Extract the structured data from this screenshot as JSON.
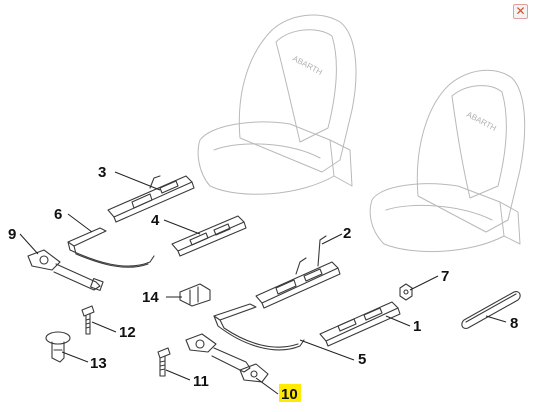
{
  "close_glyph": "✕",
  "seat_emblem": "ABARTH",
  "callouts": [
    {
      "id": "1",
      "label": "1"
    },
    {
      "id": "2",
      "label": "2"
    },
    {
      "id": "3",
      "label": "3"
    },
    {
      "id": "4",
      "label": "4"
    },
    {
      "id": "5",
      "label": "5"
    },
    {
      "id": "6",
      "label": "6"
    },
    {
      "id": "7",
      "label": "7"
    },
    {
      "id": "8",
      "label": "8"
    },
    {
      "id": "9",
      "label": "9"
    },
    {
      "id": "10",
      "label": "10",
      "highlighted": true
    },
    {
      "id": "11",
      "label": "11"
    },
    {
      "id": "12",
      "label": "12"
    },
    {
      "id": "13",
      "label": "13"
    },
    {
      "id": "14",
      "label": "14"
    }
  ],
  "colors": {
    "highlight": "#ffea00",
    "close": "#d84a2a"
  }
}
